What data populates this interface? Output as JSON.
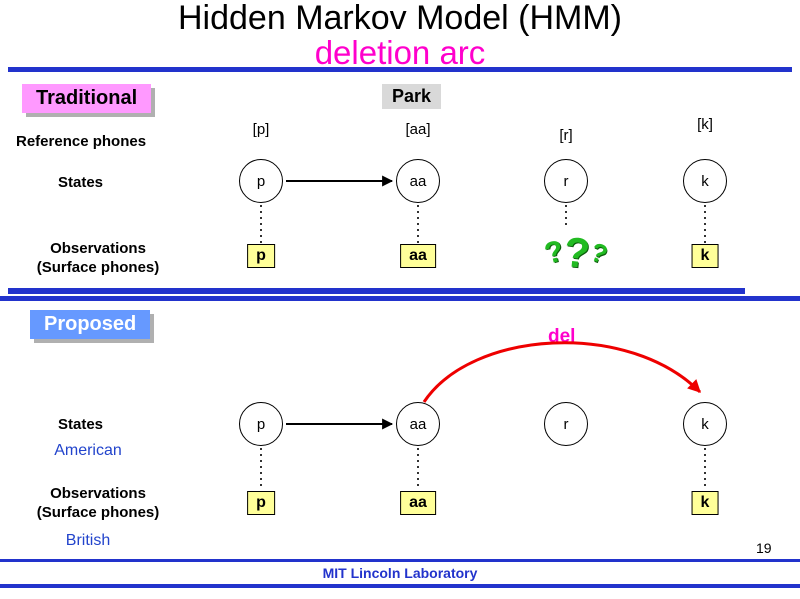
{
  "slide": {
    "title": "Hidden Markov Model (HMM)",
    "subtitle": "deletion arc",
    "page_number": "19",
    "footer": "MIT Lincoln Laboratory"
  },
  "traditional": {
    "section_label": "Traditional",
    "word": "Park",
    "reference_phones_label": "Reference phones",
    "states_label": "States",
    "observations_label_line1": "Observations",
    "observations_label_line2": "(Surface phones)",
    "reference_phones": [
      "[p]",
      "[aa]",
      "[r]",
      "[k]"
    ],
    "states": [
      "p",
      "aa",
      "r",
      "k"
    ],
    "observations": [
      "p",
      "aa",
      "k"
    ],
    "unknown_marks": [
      "?",
      "?",
      "?"
    ]
  },
  "proposed": {
    "section_label": "Proposed",
    "deletion_arc_label": "del",
    "states_label": "States",
    "american_label": "American",
    "observations_label_line1": "Observations",
    "observations_label_line2": "(Surface phones)",
    "british_label": "British",
    "states": [
      "p",
      "aa",
      "r",
      "k"
    ],
    "observations": [
      "p",
      "aa",
      "k"
    ]
  },
  "colors": {
    "subtitle_magenta": "#ff00cc",
    "traditional_chip_bg": "#ff99ff",
    "proposed_chip_bg": "#6699ff",
    "word_chip_bg": "#d9d9d9",
    "observation_box_bg": "#ffff99",
    "divider_blue": "#2233cc",
    "deletion_arc_red": "#ee0000",
    "unknown_green": "#22bb22",
    "accent_text_blue": "#2244cc"
  }
}
